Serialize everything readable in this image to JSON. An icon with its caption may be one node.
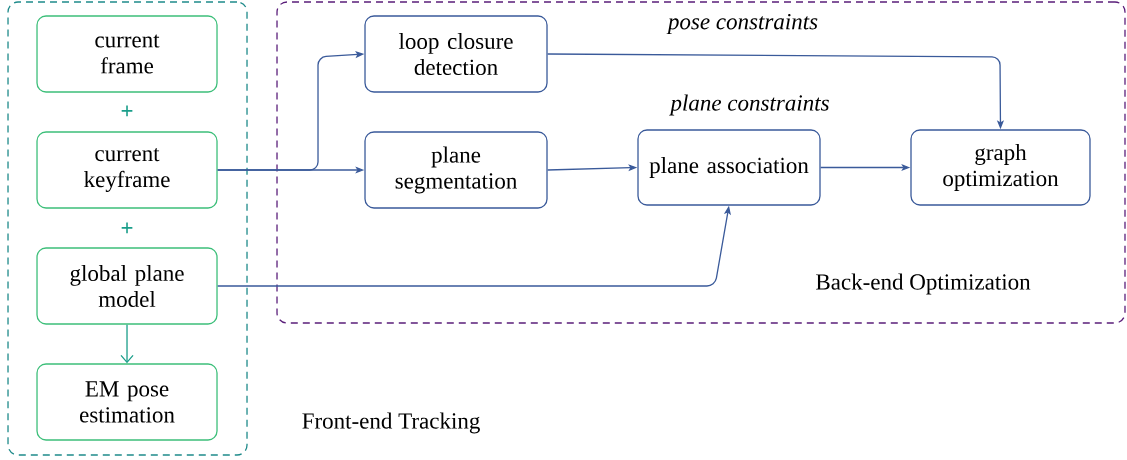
{
  "diagram": {
    "nodes": [
      {
        "text": [
          "Front-end Tracking"
        ]
      },
      {
        "text": [
          "Back-end Optimization"
        ]
      },
      {
        "text": [
          "current frame"
        ],
        "in": 0
      },
      {
        "text": [
          "current keyframe"
        ],
        "in": 0
      },
      {
        "text": [
          "global plane model"
        ],
        "in": 0
      },
      {
        "text": [
          "EM pose estimation"
        ],
        "in": 0
      },
      {
        "text": [
          "loop closure detection"
        ],
        "in": 1
      },
      {
        "text": [
          "plane segmentation"
        ],
        "in": 1
      },
      {
        "text": [
          "plane association"
        ],
        "in": 1,
        "beside": [
          "plane constraints"
        ]
      },
      {
        "text": [
          "graph optimization"
        ],
        "in": 1
      }
    ],
    "edges": [
      {
        "from": 4,
        "to": 5,
        "arrow": "to",
        "color": "#1a9e8a"
      },
      {
        "from": 3,
        "to": 6,
        "arrow": "to"
      },
      {
        "from": 3,
        "to": 7,
        "arrow": "to"
      },
      {
        "from": 7,
        "to": 8,
        "arrow": "to"
      },
      {
        "from": 4,
        "to": 8,
        "arrow": "to"
      },
      {
        "from": 8,
        "to": 9,
        "arrow": "to"
      },
      {
        "from": 6,
        "to": 9,
        "arrow": "to",
        "label": "pose constraints"
      }
    ],
    "labels": [
      "+",
      "+"
    ]
  }
}
